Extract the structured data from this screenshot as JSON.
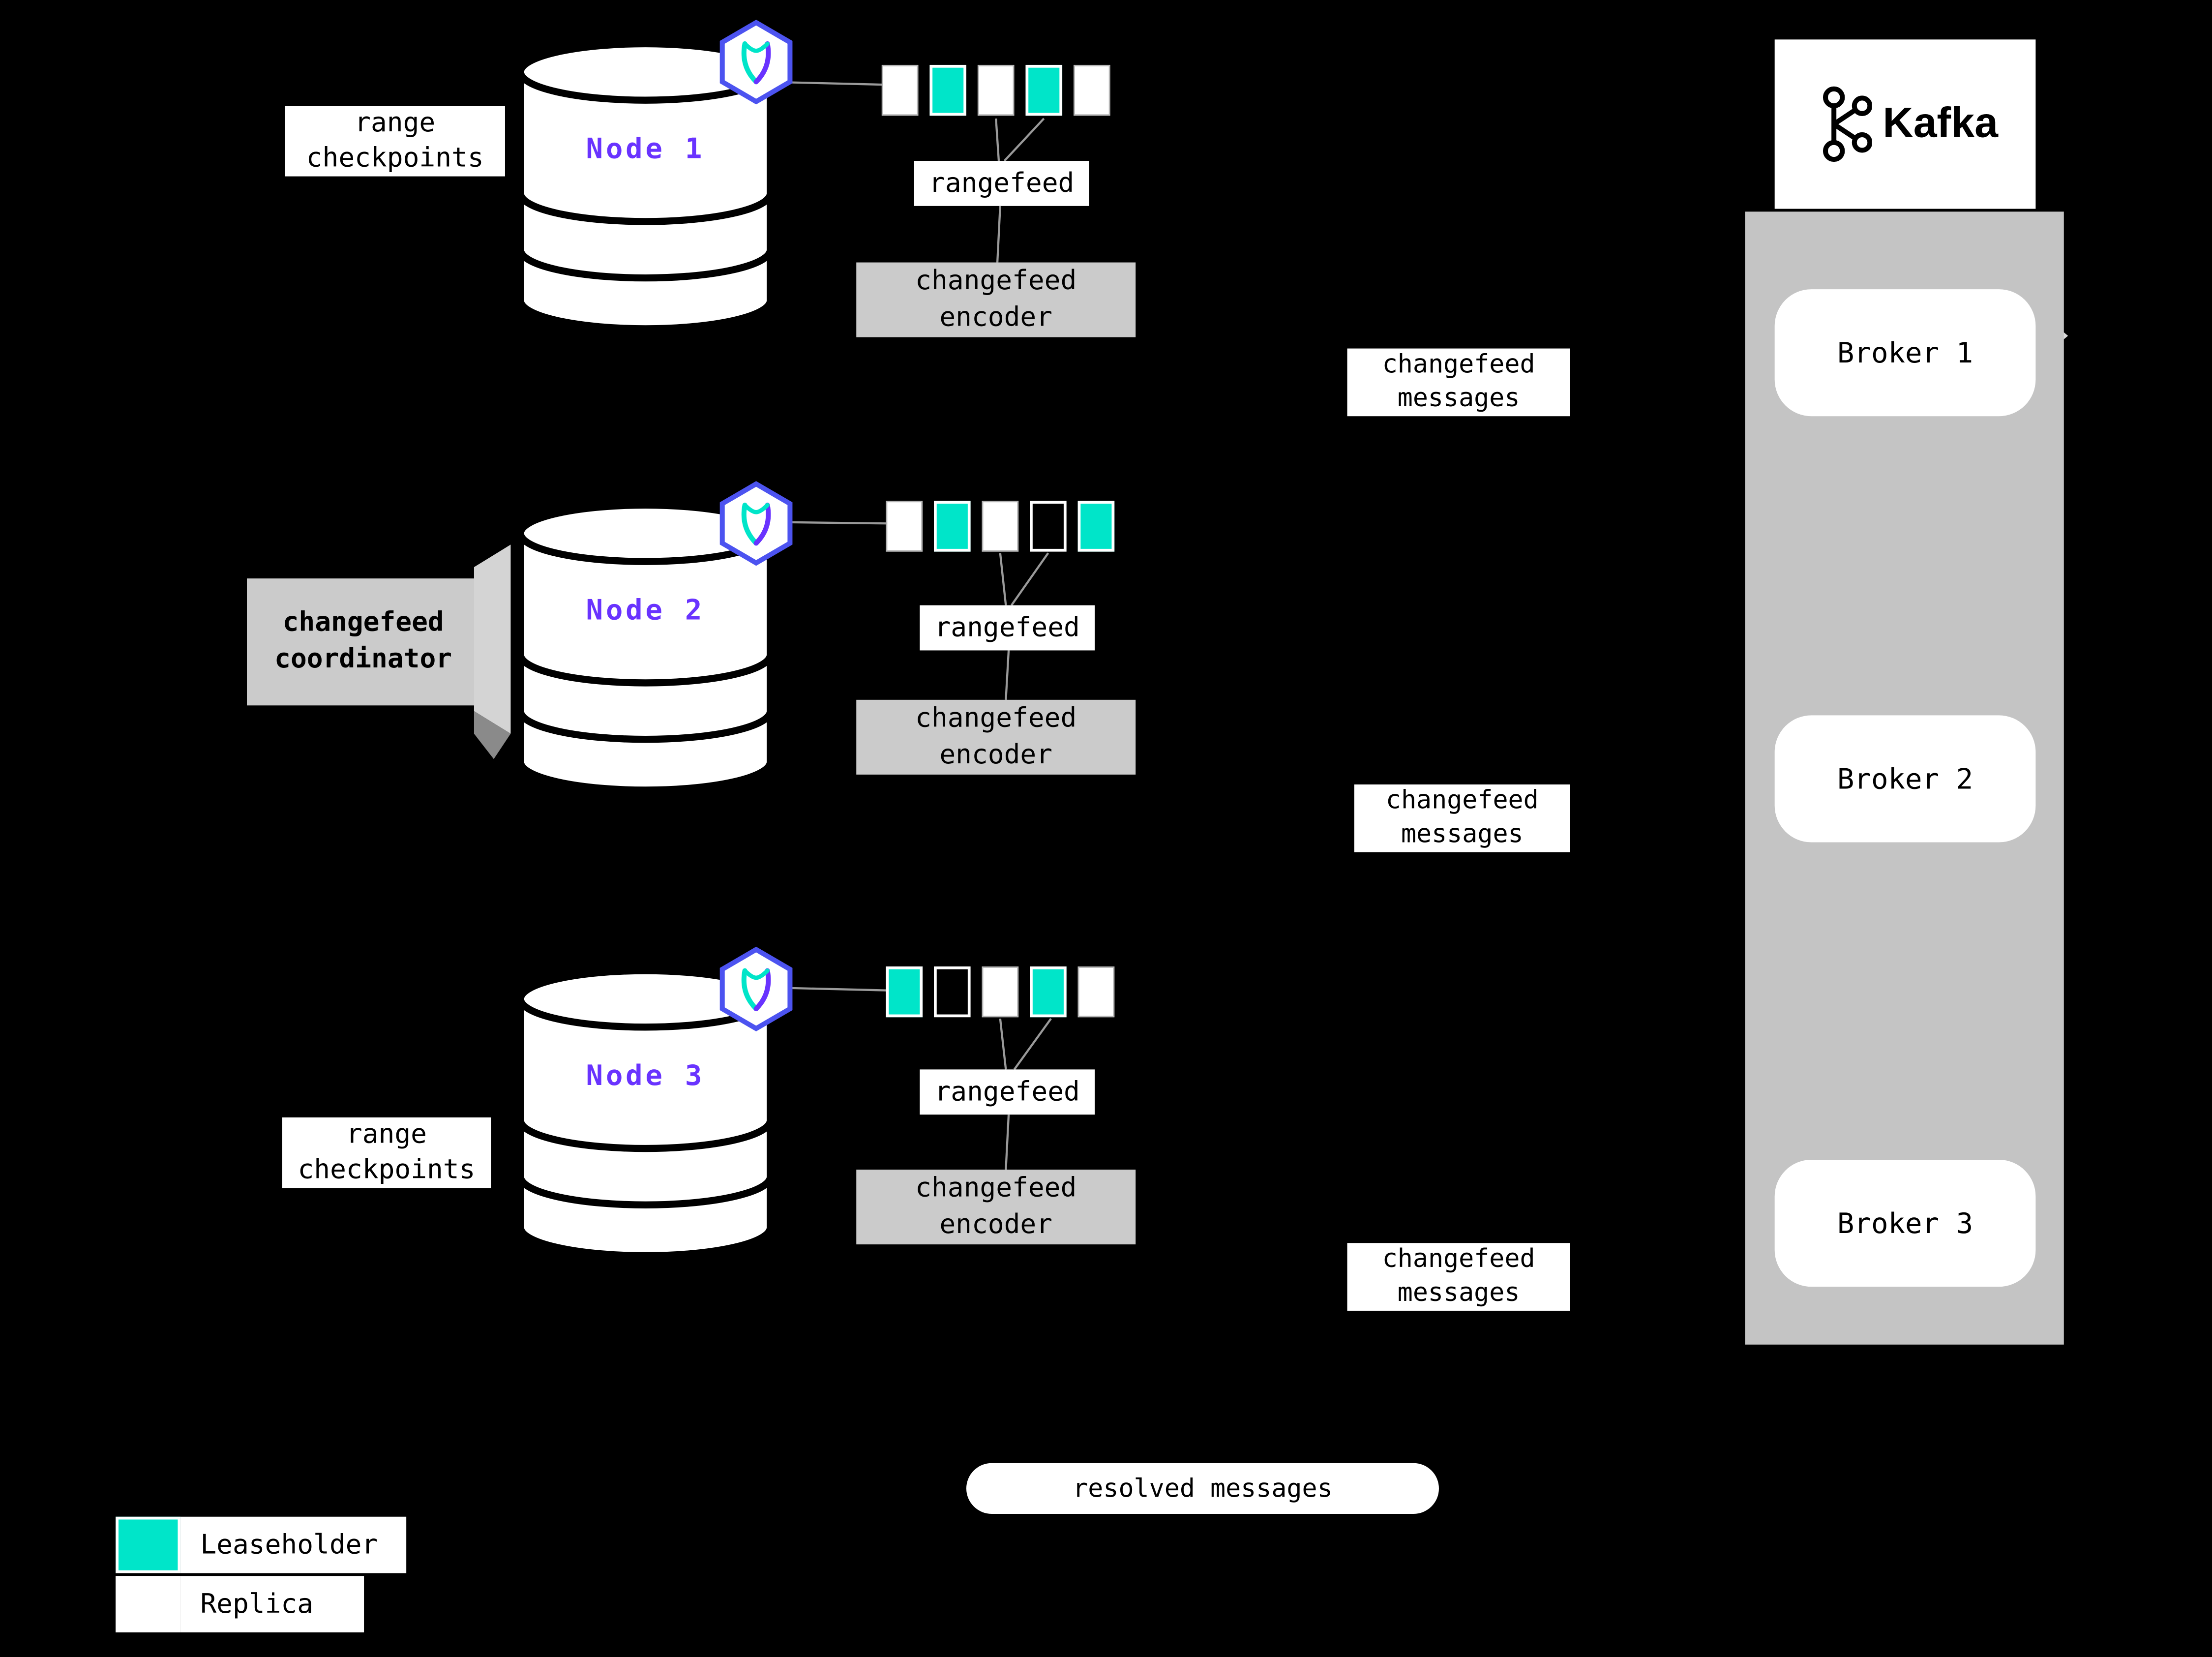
{
  "colors": {
    "leaseholder": "#00e5c9",
    "replica": "#ffffff",
    "node_label": "#6933ff",
    "box_gray": "#cbcbcb",
    "column_gray": "#c4c4c4",
    "hex_border": "#4c53f0",
    "background": "#000000"
  },
  "nodes": [
    {
      "label": "Node 1",
      "checkpoints_label": "range checkpoints",
      "rangefeed_label": "rangefeed",
      "encoder_label": "changefeed encoder",
      "ranges": [
        "replica",
        "leaseholder",
        "replica",
        "leaseholder",
        "replica"
      ]
    },
    {
      "label": "Node 2",
      "coordinator_label": "changefeed coordinator",
      "rangefeed_label": "rangefeed",
      "encoder_label": "changefeed encoder",
      "ranges": [
        "replica",
        "leaseholder",
        "replica",
        "empty",
        "leaseholder"
      ]
    },
    {
      "label": "Node 3",
      "checkpoints_label": "range checkpoints",
      "rangefeed_label": "rangefeed",
      "encoder_label": "changefeed encoder",
      "ranges": [
        "leaseholder",
        "empty",
        "replica",
        "leaseholder",
        "replica"
      ]
    }
  ],
  "messages": {
    "changefeed": "changefeed messages",
    "resolved": "resolved messages"
  },
  "kafka": {
    "brand": "Kafka",
    "brokers": [
      {
        "label": "Broker 1"
      },
      {
        "label": "Broker 2"
      },
      {
        "label": "Broker 3"
      }
    ]
  },
  "legend": {
    "leaseholder_label": "Leaseholder",
    "replica_label": "Replica"
  }
}
